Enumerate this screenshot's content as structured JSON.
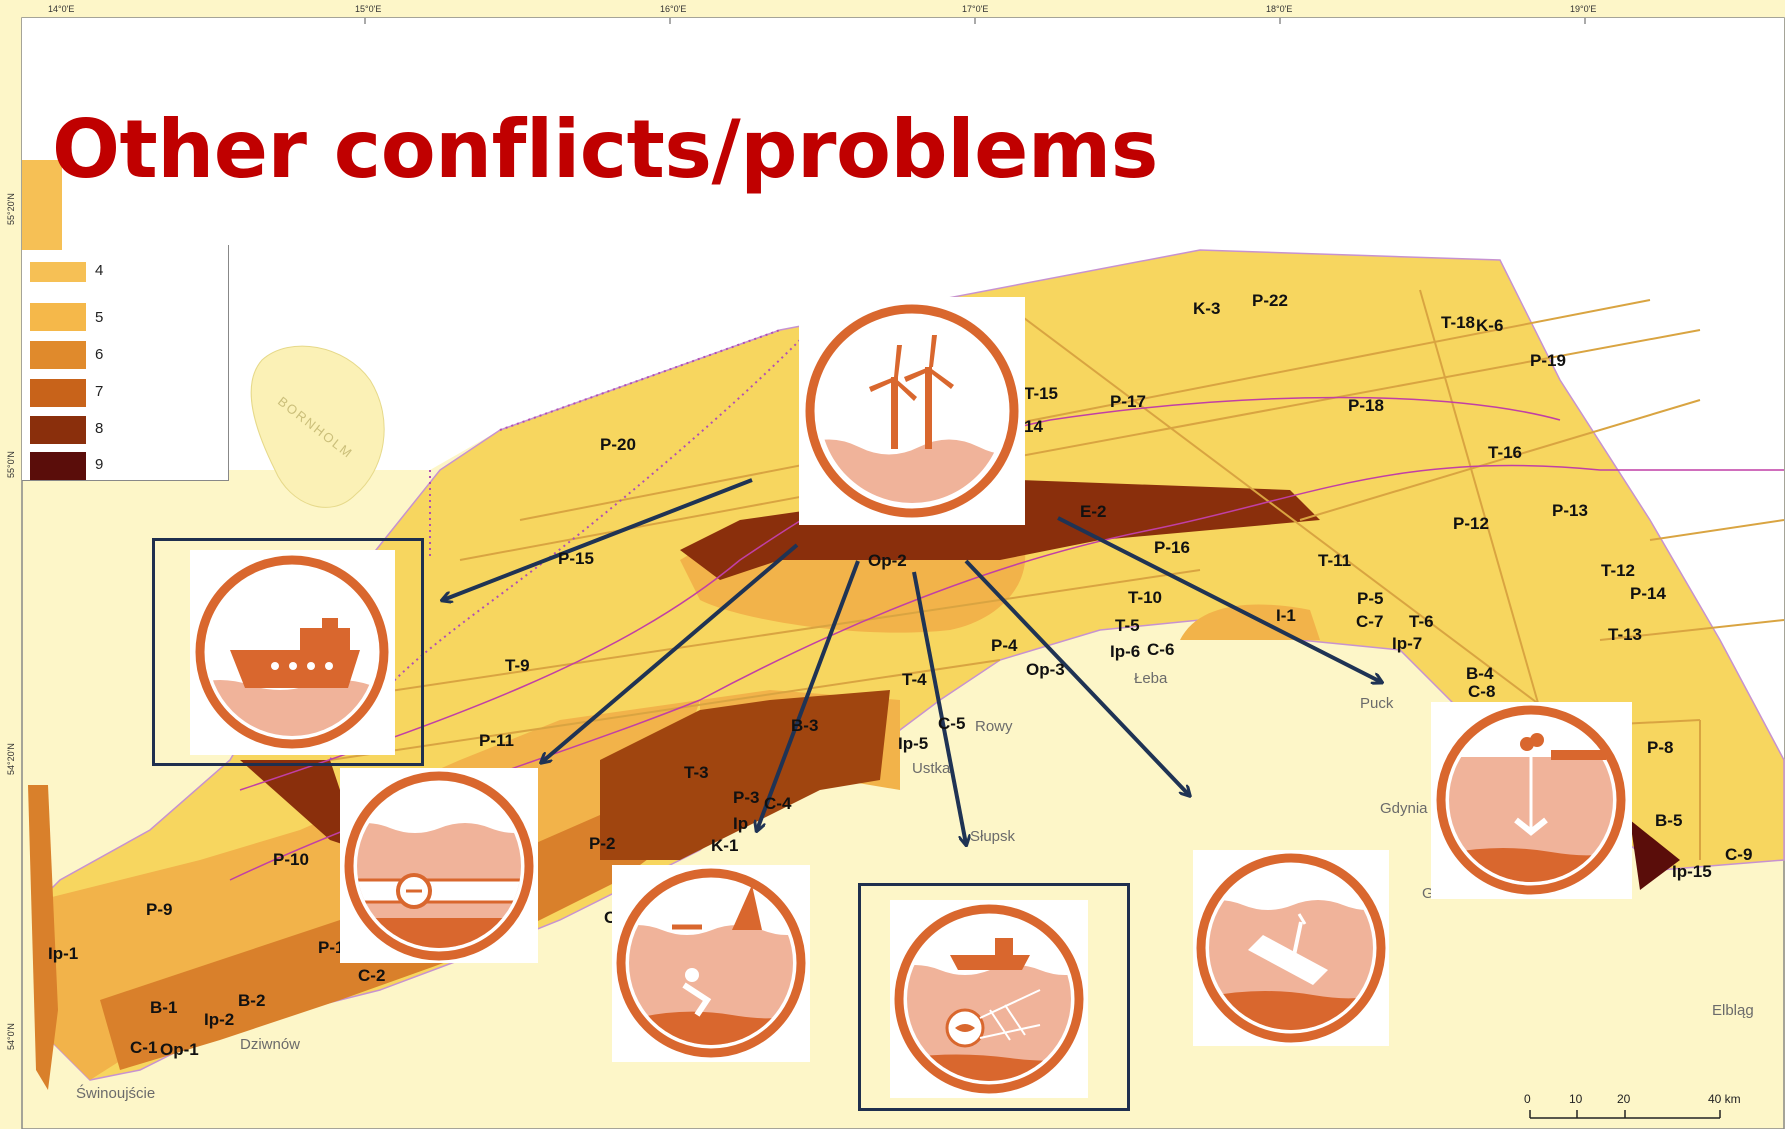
{
  "title": "Other conflicts/problems",
  "map": {
    "longitude_labels": [
      "14°0'E",
      "15°0'E",
      "16°0'E",
      "17°0'E",
      "18°0'E",
      "19°0'E"
    ],
    "latitude_labels": [
      "55°20'N",
      "55°0'N",
      "54°20'N",
      "54°0'N"
    ],
    "legend": {
      "classes": [
        "4",
        "5",
        "6",
        "7",
        "8",
        "9"
      ],
      "colors": [
        "#f6c055",
        "#f5b84a",
        "#e08a2c",
        "#c8631a",
        "#8a2f0c",
        "#5a0d0a"
      ]
    },
    "island": "BORNHOLM",
    "towns": [
      "Łeba",
      "Rowy",
      "Ustka",
      "Słupsk",
      "Puck",
      "Gdynia",
      "Elbląg",
      "Dziwnów",
      "Świnoujście",
      "G"
    ],
    "zone_labels": [
      "K-3",
      "P-22",
      "T-18",
      "K-6",
      "P-19",
      "T-15",
      "P-17",
      "P-18",
      "14",
      "P-20",
      "T-16",
      "P-13",
      "E-2",
      "P-12",
      "P-15",
      "Op-2",
      "P-16",
      "T-11",
      "T-12",
      "P-14",
      "T-10",
      "P-5",
      "I-1",
      "C-7",
      "T-6",
      "T-5",
      "Ip-6",
      "C-6",
      "Ip-7",
      "T-13",
      "T-9",
      "P-4",
      "Op-3",
      "T-4",
      "B-4",
      "C-8",
      "C-5",
      "P-11",
      "B-3",
      "Ip-5",
      "T-3",
      "P-3",
      "C-4",
      "P-8",
      "Ip",
      "P-2",
      "K-1",
      "B-5",
      "P-10",
      "C-9",
      "Ip-15",
      "P-9",
      "P-1",
      "C-2",
      "Ip-1",
      "B-1",
      "Ip-2",
      "B-2",
      "C-1",
      "Op-1",
      "C"
    ],
    "scale_bar": {
      "ticks": [
        "0",
        "10",
        "20",
        "40 km"
      ]
    }
  },
  "icons": [
    {
      "name": "wind-farm",
      "boxed": false
    },
    {
      "name": "shipping",
      "boxed": true
    },
    {
      "name": "pipeline",
      "boxed": false
    },
    {
      "name": "tourism-diving",
      "boxed": false
    },
    {
      "name": "fishing",
      "boxed": true
    },
    {
      "name": "shipwreck",
      "boxed": false
    },
    {
      "name": "dredging-extraction",
      "boxed": false
    }
  ]
}
